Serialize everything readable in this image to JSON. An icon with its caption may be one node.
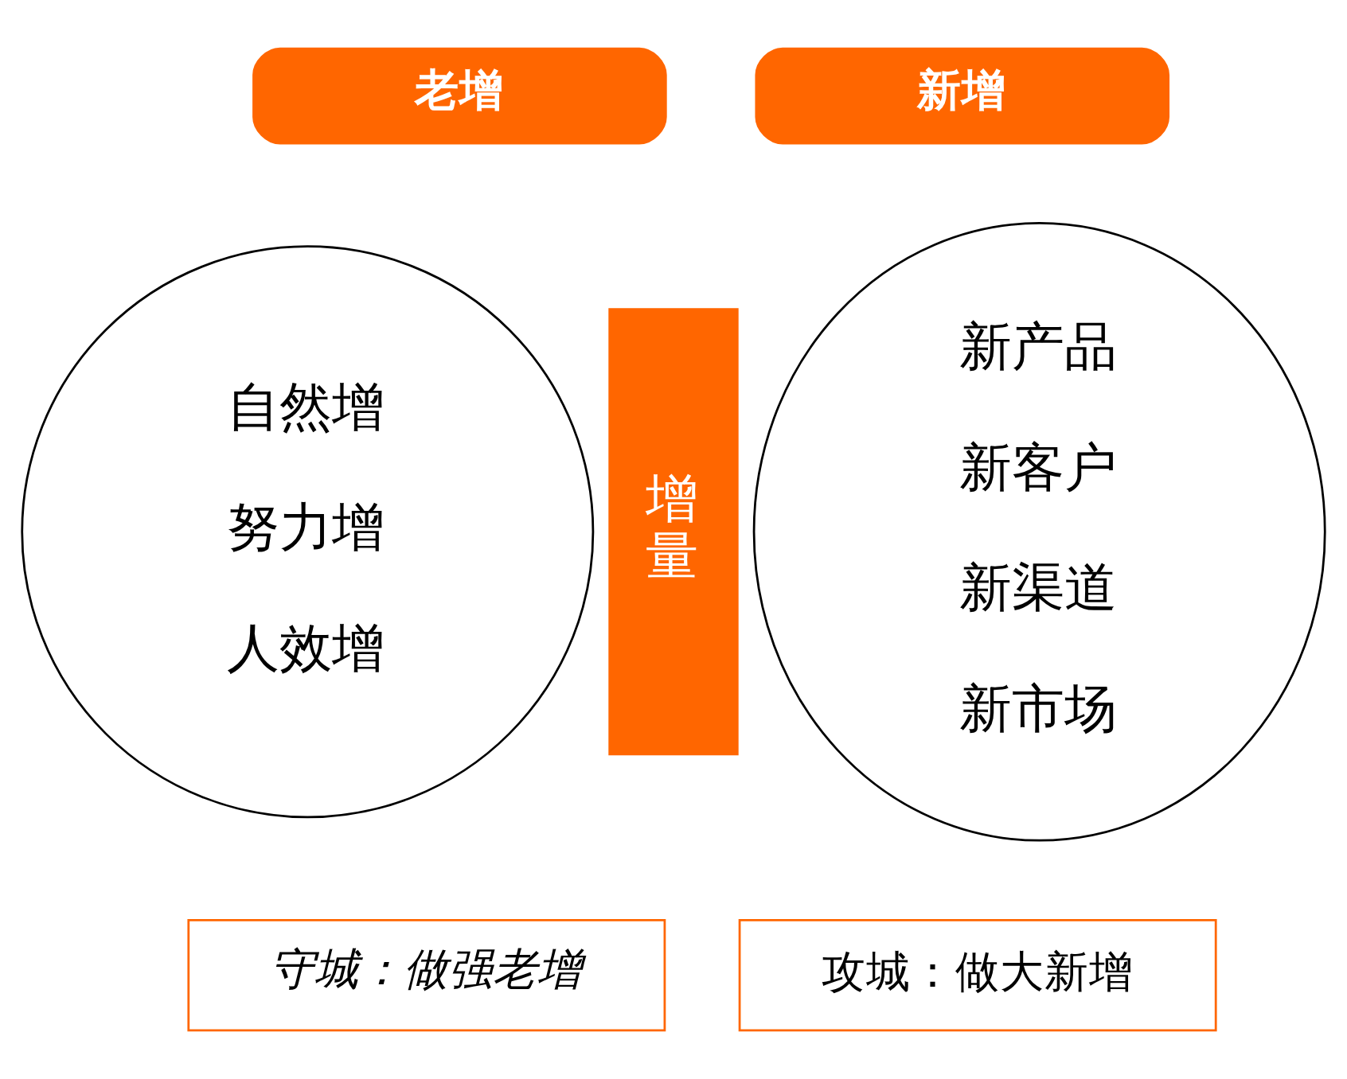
{
  "diagram": {
    "nodes": [
      {
        "text": [
          "老增"
        ]
      },
      {
        "text": [
          "新增"
        ]
      },
      {
        "text": [
          "自然增",
          "努力增",
          "人效增"
        ]
      },
      {
        "text": [
          "增量"
        ]
      },
      {
        "text": [
          "新产品",
          "新客户",
          "新渠道",
          "新市场"
        ]
      },
      {
        "text": [
          "守城：做强老增"
        ]
      },
      {
        "text": [
          "攻城：做大新增"
        ]
      }
    ]
  }
}
